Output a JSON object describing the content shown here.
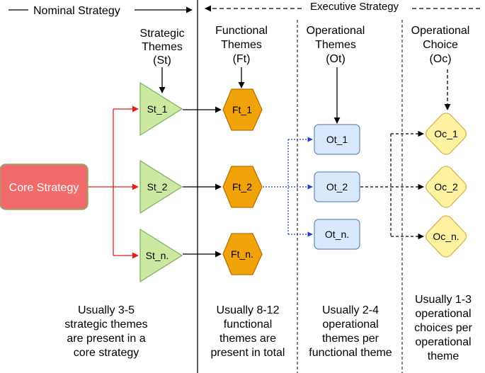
{
  "header": {
    "nominal": "Nominal Strategy",
    "executive": "Executive Strategy"
  },
  "columns": {
    "strategic": [
      "Strategic",
      "Themes",
      "(St)"
    ],
    "functional": [
      "Functional",
      "Themes",
      "(Ft)"
    ],
    "operational": [
      "Operational",
      "Themes",
      "(Ot)"
    ],
    "choice": [
      "Operational",
      "Choice",
      "(Oc)"
    ]
  },
  "core": "Core Strategy",
  "strategic_nodes": [
    "St_1",
    "St_2",
    "St_n."
  ],
  "functional_nodes": [
    "Ft_1",
    "Ft_2",
    "Ft_n."
  ],
  "operational_nodes": [
    "Ot_1",
    "Ot_2",
    "Ot_n."
  ],
  "choice_nodes": [
    "Oc_1",
    "Oc_2",
    "Oc_n."
  ],
  "notes": {
    "strategic": [
      "Usually 3-5",
      "strategic themes",
      "are present in a",
      "core strategy"
    ],
    "functional": [
      "Usually 8-12",
      "functional",
      "themes are",
      "present in total"
    ],
    "operational": [
      "Usually 2-4",
      "operational",
      "themes per",
      "functional theme"
    ],
    "choice": [
      "Usually 1-3",
      "operational",
      "choices per",
      "operational",
      "theme"
    ]
  },
  "colors": {
    "core_fill": "#f26b6b",
    "core_stroke": "#82b366",
    "triangle_fill": "#cde8a0",
    "triangle_stroke": "#82b366",
    "hex_fill": "#f0a30a",
    "hex_stroke": "#bd7000",
    "rect_fill": "#dae8fc",
    "rect_stroke": "#6c8ebf",
    "diamond_fill": "#fff2a0",
    "diamond_stroke": "#d6b656",
    "red": "#e0201b",
    "blue": "#1f3fcf"
  }
}
